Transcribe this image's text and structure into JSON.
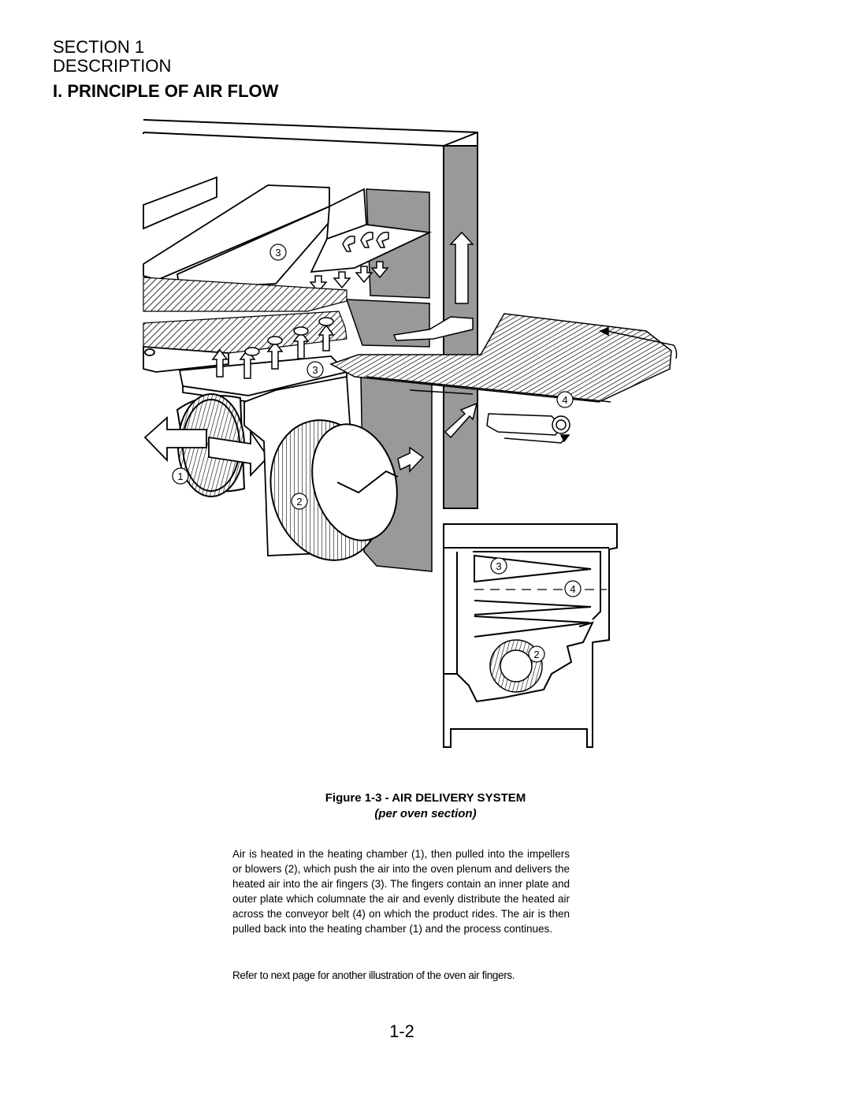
{
  "header": {
    "section": "SECTION 1",
    "description": "DESCRIPTION",
    "title": "I. PRINCIPLE OF AIR FLOW"
  },
  "figure": {
    "callouts": {
      "heating_chamber": "1",
      "impeller": "2",
      "air_finger": "3",
      "conveyor_belt": "4"
    },
    "caption": "Figure 1-3 - AIR DELIVERY SYSTEM",
    "subcaption": "(per oven section)"
  },
  "body": {
    "paragraph": "Air is heated in the heating chamber (1), then pulled into the impellers or blowers (2), which push the air into the oven plenum and delivers the heated air into the air fingers (3). The fingers contain an inner plate and outer plate which columnate the air and evenly distribute the heated air across the conveyor belt (4) on which the product  rides. The air is then pulled back into the heating  chamber (1) and the process continues.",
    "reference": "Refer to next page for another illustration of the oven air fingers."
  },
  "page_number": "1-2"
}
